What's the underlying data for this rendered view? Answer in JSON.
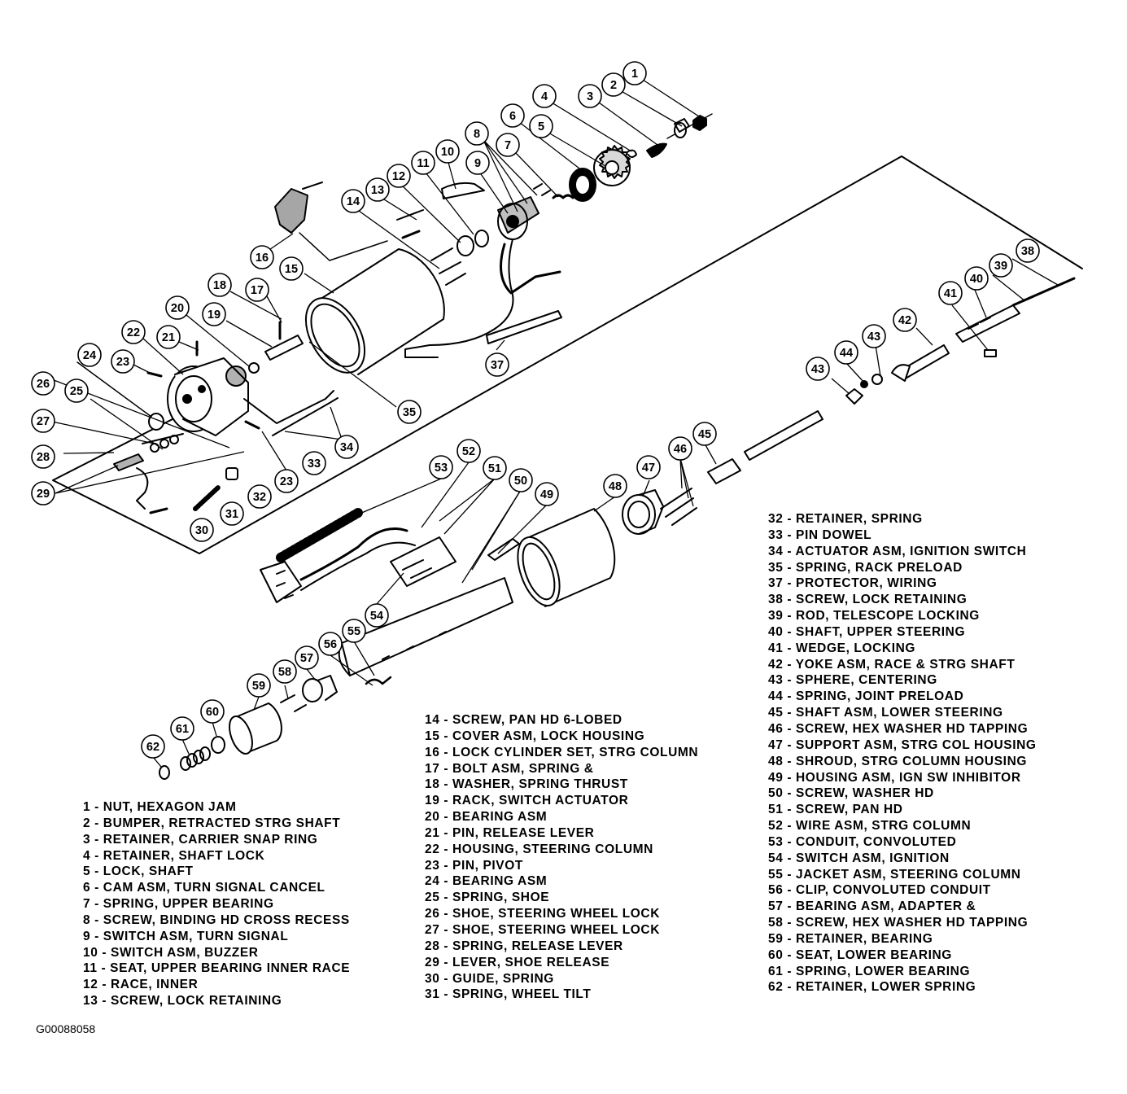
{
  "legend_columns": [
    [
      "1 - NUT, HEXAGON JAM",
      "2 - BUMPER, RETRACTED STRG SHAFT",
      "3 - RETAINER, CARRIER SNAP RING",
      "4 - RETAINER, SHAFT LOCK",
      "5 - LOCK, SHAFT",
      "6 - CAM ASM, TURN SIGNAL CANCEL",
      "7 - SPRING, UPPER BEARING",
      "8 - SCREW, BINDING HD CROSS RECESS",
      "9 - SWITCH ASM, TURN SIGNAL",
      "10 - SWITCH ASM, BUZZER",
      "11 - SEAT, UPPER BEARING INNER RACE",
      "12 - RACE, INNER",
      "13 - SCREW, LOCK RETAINING"
    ],
    [
      "14 - SCREW, PAN HD 6-LOBED",
      "15 - COVER ASM, LOCK HOUSING",
      "16 - LOCK CYLINDER SET, STRG COLUMN",
      "17 - BOLT ASM, SPRING &",
      "18 - WASHER, SPRING THRUST",
      "19 - RACK, SWITCH ACTUATOR",
      "20 - BEARING ASM",
      "21 - PIN, RELEASE LEVER",
      "22 - HOUSING, STEERING COLUMN",
      "23 - PIN, PIVOT",
      "24 - BEARING ASM",
      "25 - SPRING, SHOE",
      "26 - SHOE, STEERING WHEEL LOCK",
      "27 - SHOE, STEERING WHEEL LOCK",
      "28 - SPRING, RELEASE LEVER",
      "29 - LEVER, SHOE RELEASE",
      "30 - GUIDE, SPRING",
      "31 - SPRING, WHEEL TILT"
    ],
    [
      "32 - RETAINER, SPRING",
      "33 - PIN DOWEL",
      "34 - ACTUATOR ASM, IGNITION SWITCH",
      "35 - SPRING, RACK PRELOAD",
      "37 - PROTECTOR, WIRING",
      "38 - SCREW, LOCK RETAINING",
      "39 - ROD, TELESCOPE LOCKING",
      "40 - SHAFT, UPPER STEERING",
      "41 - WEDGE, LOCKING",
      "42 - YOKE ASM, RACE & STRG SHAFT",
      "43 - SPHERE, CENTERING",
      "44 - SPRING, JOINT PRELOAD",
      "45 - SHAFT ASM, LOWER STEERING",
      "46 - SCREW, HEX WASHER HD TAPPING",
      "47 - SUPPORT ASM, STRG COL HOUSING",
      "48 - SHROUD, STRG COLUMN HOUSING",
      "49 - HOUSING ASM, IGN SW INHIBITOR",
      "50 - SCREW, WASHER HD",
      "51 - SCREW, PAN HD",
      "52 - WIRE ASM, STRG COLUMN",
      "53 - CONDUIT, CONVOLUTED",
      "54 - SWITCH ASM, IGNITION",
      "55 - JACKET ASM, STEERING COLUMN",
      "56 - CLIP, CONVOLUTED CONDUIT",
      "57 - BEARING ASM, ADAPTER &",
      "58 - SCREW, HEX WASHER HD TAPPING",
      "59 - RETAINER, BEARING",
      "60 - SEAT, LOWER BEARING",
      "61 - SPRING, LOWER BEARING",
      "62 - RETAINER, LOWER SPRING"
    ]
  ],
  "callout_labels": [
    "1",
    "2",
    "3",
    "4",
    "5",
    "6",
    "7",
    "8",
    "9",
    "10",
    "11",
    "12",
    "13",
    "14",
    "15",
    "16",
    "17",
    "18",
    "19",
    "20",
    "21",
    "22",
    "23",
    "24",
    "25",
    "26",
    "27",
    "28",
    "29",
    "23",
    "30",
    "31",
    "32",
    "33",
    "34",
    "35",
    "37",
    "38",
    "39",
    "40",
    "41",
    "42",
    "43",
    "43",
    "44",
    "45",
    "46",
    "47",
    "48",
    "49",
    "50",
    "51",
    "52",
    "53",
    "54",
    "55",
    "56",
    "57",
    "58",
    "59",
    "60",
    "61",
    "62"
  ],
  "figure_id": "G00088058"
}
